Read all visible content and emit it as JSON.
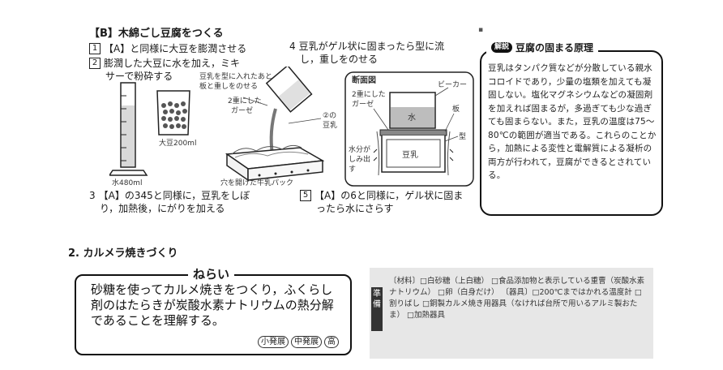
{
  "section_b": {
    "title": "【B】木綿ごし豆腐をつくる",
    "step1": {
      "num": "1",
      "text": "【A】と同様に大豆を膨潤させる"
    },
    "step2": {
      "num": "2",
      "line1": "膨潤した大豆に水を加え，ミキ",
      "line2": "サーで粉砕する"
    },
    "step4": {
      "num": "4",
      "line1": "豆乳がゲル状に固まったら型に流",
      "line2": "し，重しをのせる"
    },
    "step3": {
      "num": "3",
      "line1": "【A】の345と同様に，豆乳をしぼ",
      "line2": "り，加熱後，にがりを加える"
    },
    "step5": {
      "num": "5",
      "line1": "【A】の6と同様に，ゲル状に固ま",
      "line2": "ったら水にさらす"
    }
  },
  "figure_labels": {
    "water": "水480ml",
    "soybean": "大豆200ml",
    "pour_note_1": "豆乳を型に入れたあと",
    "pour_note_2": "板と重しをのせる",
    "gauze_1": "2重にした",
    "gauze_2": "ガーゼ",
    "soymilk_1": "②の",
    "soymilk_2": "豆乳",
    "carton": "穴を開けた牛乳パック",
    "cross_section": "断面図",
    "cs_gauze_1": "2重にした",
    "cs_gauze_2": "ガーゼ",
    "beaker": "ビーカー",
    "cs_water": "水",
    "board": "板",
    "mold": "型",
    "drain_1": "水分が",
    "drain_2": "しみ出",
    "drain_3": "す",
    "cs_soymilk": "豆乳"
  },
  "explanation": {
    "badge": "解説",
    "title": "豆腐の固まる原理",
    "body": "豆乳はタンパク質などが分散している親水コロイドであり，少量の塩類を加えても凝固しない。塩化マグネシウムなどの凝固剤を加えれば固まるが，多過ぎても少な過ぎても固まらない。また，豆乳の温度は75～80℃の範囲が適当である。これらのことから，加熱による変性と電解質による凝析の両方が行われて，豆腐ができるとされている。"
  },
  "section2": {
    "title": "2. カルメラ焼きづくり",
    "aim_title": "ねらい",
    "aim_text": "砂糖を使ってカルメ焼きをつくり，ふくらし剤のはたらきが炭酸水素ナトリウムの熱分解であることを理解する。",
    "levels": [
      "小発展",
      "中発展",
      "高"
    ],
    "prep_tag": "準備",
    "prep_text": "〔材料〕□白砂糖（上白糖） □食品添加物と表示している重曹（炭酸水素ナトリウム） □卵（白身だけ） 〔器具〕□200℃まではかれる温度計 □割りばし □銅製カルメ焼き用器具（なければ台所で用いるアルミ製おたま） □加熱器具"
  },
  "colors": {
    "ink": "#1a1a1a",
    "water": "#bdbdbd",
    "panel": "#e7e7e7"
  }
}
